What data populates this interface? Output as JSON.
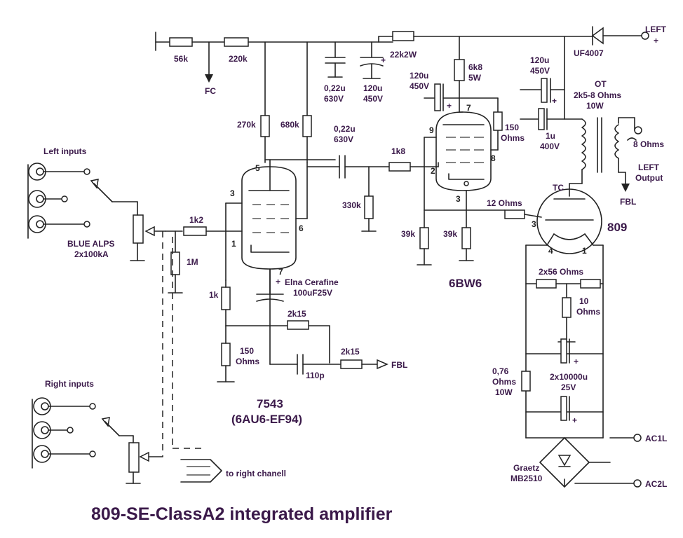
{
  "title": "809-SE-ClassA2 integrated amplifier",
  "tubes": {
    "input_tube": "7543",
    "input_tube_equiv": "(6AU6-EF94)",
    "driver_tube": "6BW6",
    "output_tube": "809"
  },
  "inputs": {
    "left": "Left inputs",
    "right": "Right inputs",
    "volume_pot": "BLUE ALPS",
    "volume_pot_value": "2x100kA",
    "to_right_channel": "to right chanell"
  },
  "labels": {
    "r56k": "56k",
    "r220k": "220k",
    "fc": "FC",
    "c022_top": "0,22u",
    "c022_top_v": "630V",
    "c120_top": "120u",
    "c120_top_v": "450V",
    "r22k2": "22k2W",
    "r6k8": "6k8",
    "r6k8_w": "5W",
    "c120_drv": "120u",
    "c120_drv_v": "450V",
    "c120_ot": "120u",
    "c120_ot_v": "450V",
    "diode": "UF4007",
    "left_plus": "LEFT",
    "plus": "+",
    "ot": "OT",
    "ot_spec": "2k5-8 Ohms",
    "ot_power": "10W",
    "c1u": "1u",
    "c1u_v": "400V",
    "r150_g2": "150",
    "r150_g2_unit": "Ohms",
    "out_8ohms": "8 Ohms",
    "left_output": "LEFT",
    "output": "Output",
    "fbl_out": "FBL",
    "r270k": "270k",
    "r680k": "680k",
    "c022_cpl": "0,22u",
    "c022_cpl_v": "630V",
    "r1k8": "1k8",
    "r330k": "330k",
    "r1k2": "1k2",
    "r1m": "1M",
    "r1k": "1k",
    "cap_elna": "Elna Cerafine",
    "cap_elna_v": "100uF25V",
    "r2k15_a": "2k15",
    "r2k15_b": "2k15",
    "fbl_in": "FBL",
    "r150_k": "150",
    "r150_k_unit": "Ohms",
    "c110p": "110p",
    "r39k_a": "39k",
    "r39k_b": "39k",
    "r12": "12 Ohms",
    "tc": "TC",
    "r2x56": "2x56 Ohms",
    "r10": "10",
    "r10_unit": "Ohms",
    "r076": "0,76",
    "r076_unit": "Ohms",
    "r076_w": "10W",
    "c10000": "2x10000u",
    "c10000_v": "25V",
    "bridge": "Graetz",
    "bridge_part": "MB2510",
    "ac1l": "AC1L",
    "ac2l": "AC2L"
  },
  "pins": {
    "p3": "3",
    "p5": "5",
    "p1": "1",
    "p6": "6",
    "p7": "7",
    "d7": "7",
    "d9": "9",
    "d2": "2",
    "d8": "8",
    "d3": "3",
    "o3": "3",
    "o4": "4",
    "o1": "1"
  }
}
